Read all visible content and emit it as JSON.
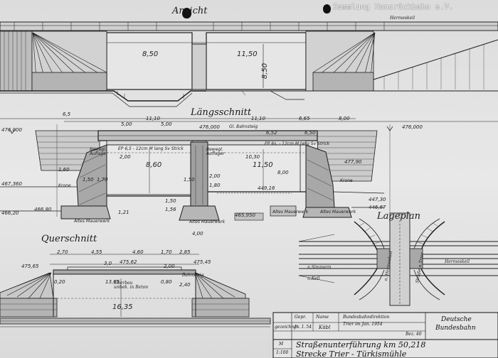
{
  "watermark": "Sammlung Hunsrückbahn e.V.",
  "views": {
    "elevation_title": "Ansicht",
    "longitudinal_title": "Längsschnitt",
    "cross_title": "Querschnitt",
    "site_plan_title": "Lageplan"
  },
  "place_labels": {
    "hermeskeil_top": "Hermeskeil",
    "hermeskeil_plan": "Hermeskeil",
    "simmern": "n.Simmern",
    "kell": "n.Kell",
    "hermeskeil_road": "n. Hermeskeil",
    "strasse": "Straße n.Trier",
    "bahnsteig": "Bahnsteig",
    "beton_note": "Überbau\nunbek. in Beton"
  },
  "elevation_dims": {
    "span_left": "8,50",
    "span_right": "11,50",
    "height": "8,50"
  },
  "longitudinal_dims": {
    "d1": "6,5",
    "d2": "11,10",
    "d3": "11,10",
    "d4": "6,65",
    "d5": "8,00",
    "d6": "5,00",
    "d7": "5,00",
    "d8": "8,60",
    "d9": "11,50",
    "elev_left": "476,000",
    "elev_center": "476,000",
    "elev_right": "476,000",
    "gleis_note": "Gl. Bahnsteig",
    "lager_left": "Bewegl. Auflager",
    "lager_right": "Bewegl. Auflager",
    "d10": "1,60",
    "d11": "1,50",
    "d12": "1,70",
    "d13": "1,50",
    "d14": "1,21",
    "d15": "1,50",
    "d16": "1,56",
    "d17": "2,00",
    "d18": "1,80",
    "elev_467": "467,360",
    "elev_466": "466,20",
    "elev_466b": "466,80",
    "elev_465": "465,950",
    "elev_447": "447,30",
    "elev_446": "446,67",
    "alt_mauer1": "Altes Mauerwerk",
    "alt_mauer2": "Altes Mauerwerk",
    "alt_mauer3": "Altes Mauerwerk",
    "alt_mauer4": "Altes Mauerwerk",
    "krone": "Krone",
    "krone2": "Krone",
    "stab_left": "EP 6,5 - 12cm M lang Sv Strick",
    "stab_right": "EP 6s. - 12cm M lang Sv Strick",
    "d19": "2,00",
    "d20": "4,00",
    "d21": "8,00",
    "d22": "10,30",
    "d23": "6,52",
    "d24": "6,50",
    "d25": "477,90",
    "d26": "449,16"
  },
  "cross_dims": {
    "w1": "2,70",
    "w2": "4,55",
    "w3": "4,60",
    "w4": "1,70",
    "w5": "2,85",
    "elev_l": "475,65",
    "elev_c": "475,62",
    "elev_r": "475,45",
    "h1": "0,20",
    "h2": "13,65",
    "h3": "0,80",
    "h4": "2,40",
    "total": "16,35",
    "d_a": "3,0",
    "d_b": "2,00"
  },
  "title_block": {
    "row_gez": "gezeichnet",
    "row_gepr": "Gepr.",
    "row_name": "Name",
    "gez_date": "Jn. I. 54",
    "gez_name": "Kübl",
    "authority": "Bundesbahndirektion",
    "authority_place": "Trier im Jan. 1954",
    "company_1": "Deutsche",
    "company_2": "Bundesbahn",
    "sheet_no": "Bez. 40",
    "scale_label": "M",
    "scale_value": "1:100",
    "title_line1": "Straßenunterführung km 50,218",
    "title_line2": "Strecke Trier - Türkismühle"
  }
}
